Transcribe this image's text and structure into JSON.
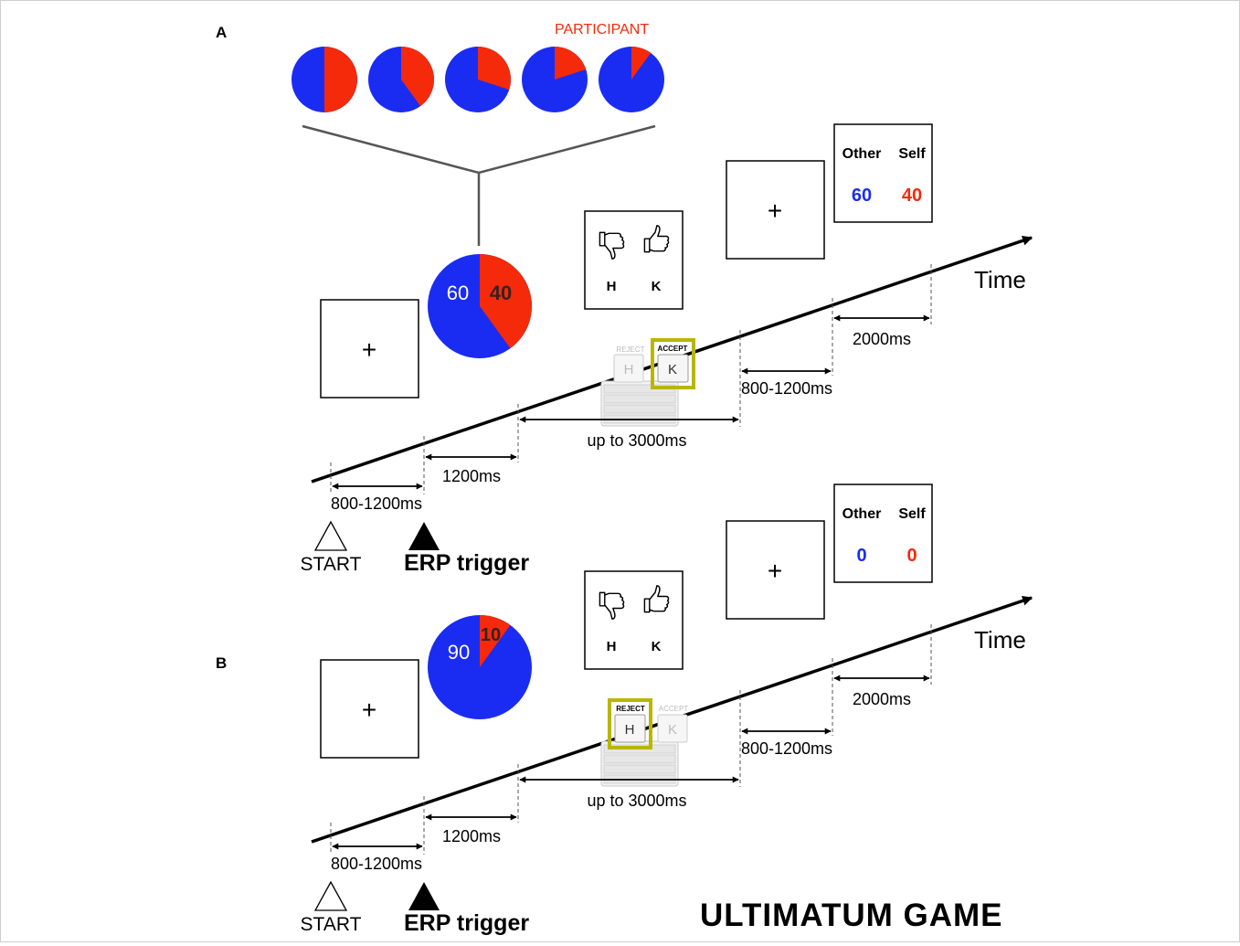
{
  "figure": {
    "title": "ULTIMATUM GAME",
    "participant_label": "PARTICIPANT",
    "colors": {
      "other": "#1a2cf2",
      "self": "#f42a0a",
      "highlight": "#b9b600",
      "line": "#000000",
      "dim": "#bbbbbb"
    },
    "offer_splits": [
      {
        "other": 50,
        "self": 50
      },
      {
        "other": 60,
        "self": 40
      },
      {
        "other": 70,
        "self": 30
      },
      {
        "other": 80,
        "self": 20
      },
      {
        "other": 90,
        "self": 10
      }
    ]
  },
  "panels": [
    {
      "label": "A",
      "fixation": "+",
      "offer": {
        "other_value": "60",
        "self_value": "40",
        "other": 60,
        "self": 40
      },
      "response": {
        "reject_key": "H",
        "accept_key": "K",
        "reject_label": "REJECT",
        "accept_label": "ACCEPT",
        "chosen": "accept"
      },
      "iti_fixation": "+",
      "outcome": {
        "other_label": "Other",
        "self_label": "Self",
        "other_value": "60",
        "self_value": "40"
      },
      "time_label": "Time",
      "durations": {
        "start": "800-1200ms",
        "offer": "1200ms",
        "response": "up to 3000ms",
        "fixation": "800-1200ms",
        "feedback": "2000ms"
      },
      "markers": {
        "start": "START",
        "trigger": "ERP trigger"
      }
    },
    {
      "label": "B",
      "fixation": "+",
      "offer": {
        "other_value": "90",
        "self_value": "10",
        "other": 90,
        "self": 10
      },
      "response": {
        "reject_key": "H",
        "accept_key": "K",
        "reject_label": "REJECT",
        "accept_label": "ACCEPT",
        "chosen": "reject"
      },
      "iti_fixation": "+",
      "outcome": {
        "other_label": "Other",
        "self_label": "Self",
        "other_value": "0",
        "self_value": "0"
      },
      "time_label": "Time",
      "durations": {
        "start": "800-1200ms",
        "offer": "1200ms",
        "response": "up to 3000ms",
        "fixation": "800-1200ms",
        "feedback": "2000ms"
      },
      "markers": {
        "start": "START",
        "trigger": "ERP trigger"
      }
    }
  ]
}
